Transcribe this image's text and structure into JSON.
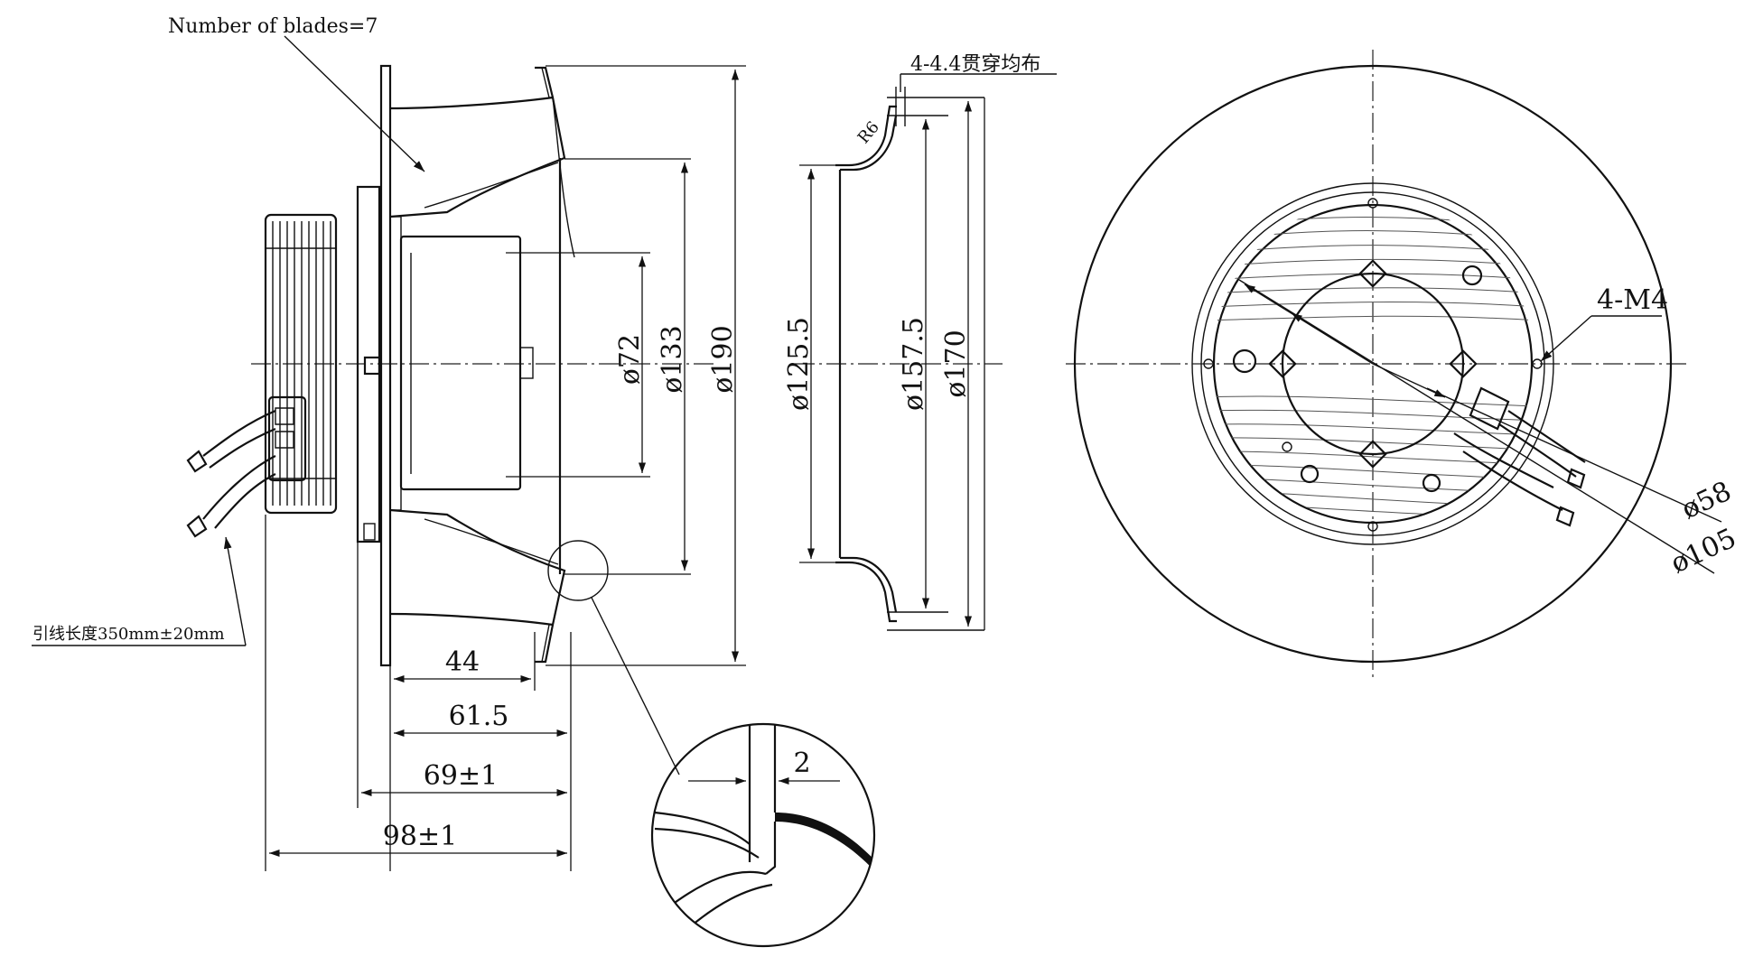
{
  "annotations": {
    "blades_note": "Number of blades=7",
    "lead_length_note": "引线长度350mm±20mm",
    "holes_note": "4-4.4贯穿均布",
    "thread_note": "4-M4",
    "r6_note": "R6"
  },
  "side_view": {
    "dia_72": "ø72",
    "dia_133": "ø133",
    "dia_190": "ø190",
    "dim_44": "44",
    "dim_61_5": "61.5",
    "dim_69": "69±1",
    "dim_98": "98±1"
  },
  "detail_view": {
    "thickness": "2"
  },
  "inlet_ring": {
    "dia_125_5": "ø125.5",
    "dia_157_5": "ø157.5",
    "dia_170": "ø170"
  },
  "front_view": {
    "dia_58": "ø58",
    "dia_105": "ø105"
  }
}
